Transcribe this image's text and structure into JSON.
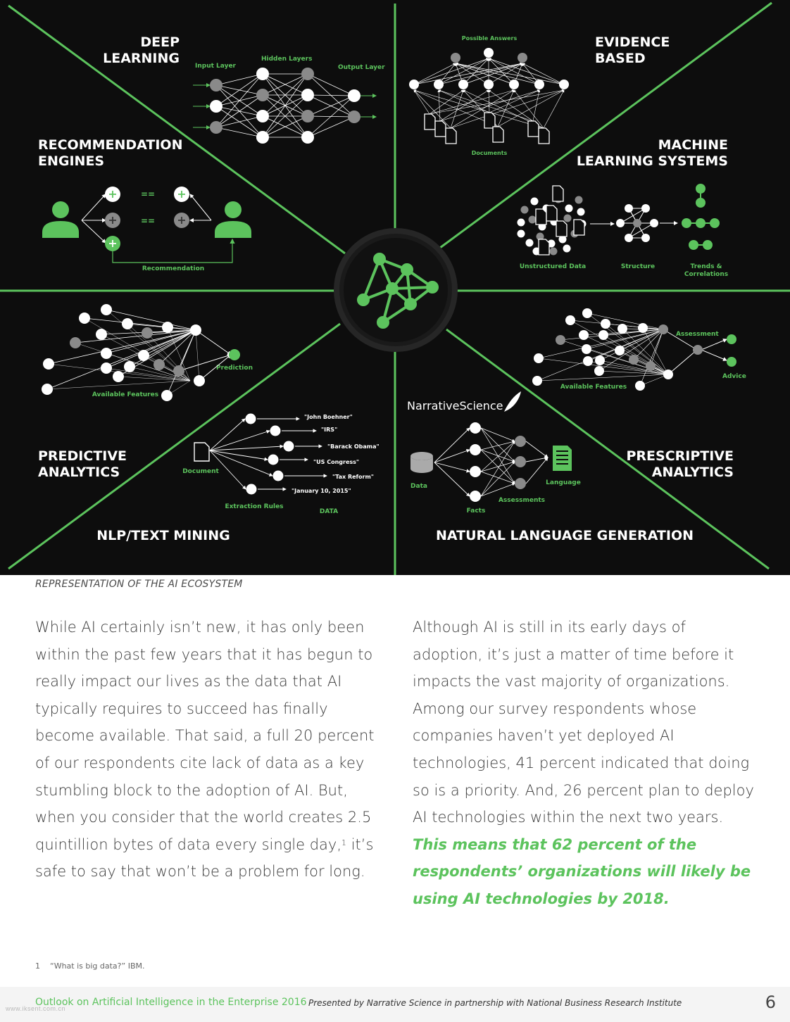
{
  "figure": {
    "caption": "REPRESENTATION OF THE AI ECOSYSTEM",
    "colors": {
      "background": "#0d0d0d",
      "accent": "#5cc35d",
      "node_gray": "#888888",
      "node_white": "#ffffff"
    },
    "center_icon": "network-graph-icon",
    "sections": {
      "deep_learning": {
        "title_line1": "DEEP",
        "title_line2": "LEARNING",
        "labels": {
          "input": "Input Layer",
          "hidden": "Hidden Layers",
          "output": "Output Layer"
        }
      },
      "evidence_based": {
        "title_line1": "EVIDENCE",
        "title_line2": "BASED",
        "labels": {
          "answers": "Possible Answers",
          "documents": "Documents"
        }
      },
      "recommendation": {
        "title_line1": "RECOMMENDATION",
        "title_line2": "ENGINES",
        "labels": {
          "recommendation": "Recommendation",
          "equals": "=="
        }
      },
      "machine_learning": {
        "title_line1": "MACHINE",
        "title_line2": "LEARNING SYSTEMS",
        "labels": {
          "unstructured": "Unstructured Data",
          "structure": "Structure",
          "trends_line1": "Trends &",
          "trends_line2": "Correlations"
        }
      },
      "predictive": {
        "title_line1": "PREDICTIVE",
        "title_line2": "ANALYTICS",
        "labels": {
          "prediction": "Prediction",
          "features": "Available Features"
        }
      },
      "prescriptive": {
        "title_line1": "PRESCRIPTIVE",
        "title_line2": "ANALYTICS",
        "labels": {
          "assessment": "Assessment",
          "advice": "Advice",
          "features": "Available Features"
        }
      },
      "nlp": {
        "title": "NLP/TEXT MINING",
        "labels": {
          "document": "Document",
          "extraction": "Extraction Rules",
          "data": "DATA"
        },
        "entities": [
          "\"John Boehner\"",
          "\"IRS\"",
          "\"Barack Obama\"",
          "\"US Congress\"",
          "\"Tax Reform\"",
          "\"January 10, 2015\""
        ]
      },
      "nlg": {
        "title": "NATURAL LANGUAGE GENERATION",
        "brand": "NarrativeScience",
        "brand_icon": "quill-icon",
        "labels": {
          "data": "Data",
          "facts": "Facts",
          "assessments": "Assessments",
          "language": "Language"
        }
      }
    }
  },
  "body": {
    "left_paragraph_before_sup": "While AI certainly isn’t new, it has only been within the past few years that it has begun to really impact our lives as the data that AI typically requires to succeed has finally become available. That said, a full 20 percent of our respondents cite lack of data as a key stumbling block to the adoption of AI. But, when you consider that the world creates 2.5 quintillion bytes of data every single day,",
    "left_sup": "1",
    "left_paragraph_after_sup": " it’s safe to say that won’t be a problem for long.",
    "right_paragraph": "Although AI is still in its early days of adoption, it’s just a matter of time before it impacts the vast majority of organizations. Among our survey respondents whose companies haven’t yet deployed AI technologies, 41 percent indicated that doing so is a priority. And, 26 percent plan to deploy AI technologies within the next two years.",
    "right_highlight": "This means that 62 percent of the respondents’ organizations will likely be using AI technologies by 2018."
  },
  "footnote": {
    "number": "1",
    "text": "“What is big data?” IBM."
  },
  "footer": {
    "title": "Outlook on Artificial Intelligence in the Enterprise 2016",
    "presented": "Presented by Narrative Science in partnership with National Business Research Institute",
    "page": "6",
    "watermark": "www.iksent.com.cn"
  }
}
